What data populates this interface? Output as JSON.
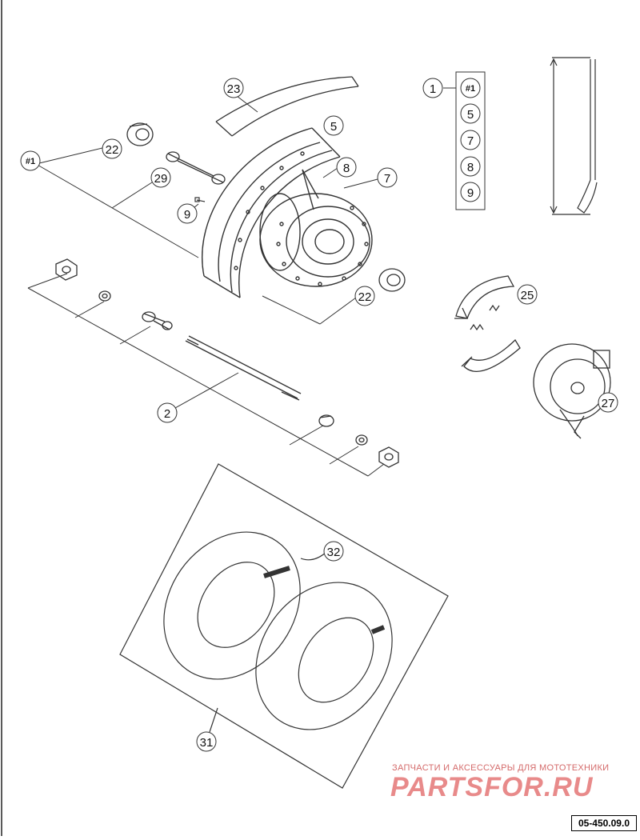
{
  "diagram": {
    "callouts": {
      "c1": "1",
      "c2": "2",
      "c5": "5",
      "c7": "7",
      "c8": "8",
      "c9": "9",
      "c22a": "22",
      "c22b": "22",
      "c23": "23",
      "c25": "25",
      "c27": "27",
      "c29": "29",
      "c31": "31",
      "c32": "32",
      "hash1": "#1"
    },
    "kit_box": {
      "items": [
        "#1",
        "5",
        "7",
        "8",
        "9"
      ]
    }
  },
  "watermark": {
    "subtitle": "ЗАПЧАСТИ И АКСЕССУАРЫ ДЛЯ МОТОТЕХНИКИ",
    "brand": "PARTSFOR.RU"
  },
  "drawing_code": "05-450.09.0"
}
